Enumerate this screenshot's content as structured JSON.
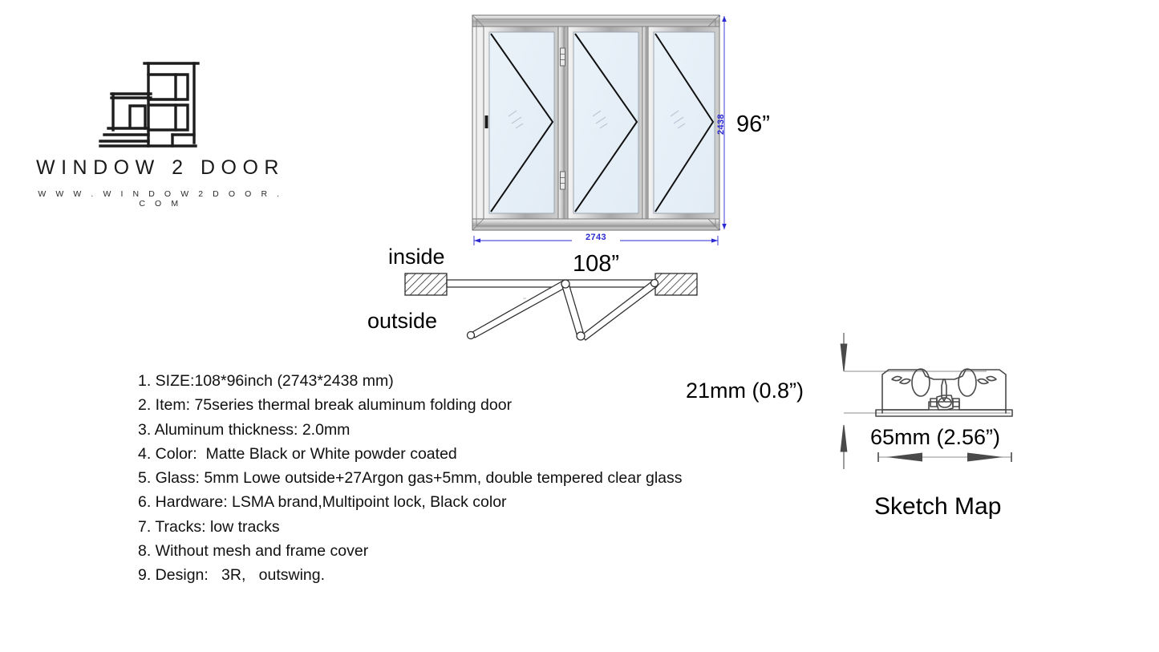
{
  "brand": {
    "name": "WINDOW 2 DOOR",
    "url": "W W W . W I N D O W 2 D O O R . C O M",
    "logo_icon": "house-building-icon"
  },
  "elevation": {
    "title_icon": "folding-door-elevation",
    "panels": 3,
    "height_mm": "2438",
    "height_in": "96”",
    "width_mm": "2743",
    "width_in": "108”",
    "frame_color": "#9a9a9a",
    "glass_color": "#e8f0f7"
  },
  "plan": {
    "inside_label": "inside",
    "outside_label": "outside",
    "icon": "folding-plan-diagram"
  },
  "spec": {
    "lines": [
      "1. SIZE:108*96inch (2743*2438 mm)",
      "2. Item: 75series thermal break aluminum folding door",
      "3. Aluminum thickness: 2.0mm",
      "4. Color:  Matte Black or White powder coated",
      "5. Glass: 5mm Lowe outside+27Argon gas+5mm, double tempered clear glass",
      "6. Hardware: LSMA brand,Multipoint lock, Black color",
      "7. Tracks: low tracks",
      "8. Without mesh and frame cover",
      "9. Design:   3R,   outswing."
    ]
  },
  "sketch": {
    "height_label": "21mm (0.8”)",
    "width_label": "65mm (2.56”)",
    "caption": "Sketch Map",
    "icon": "threshold-profile-section"
  }
}
